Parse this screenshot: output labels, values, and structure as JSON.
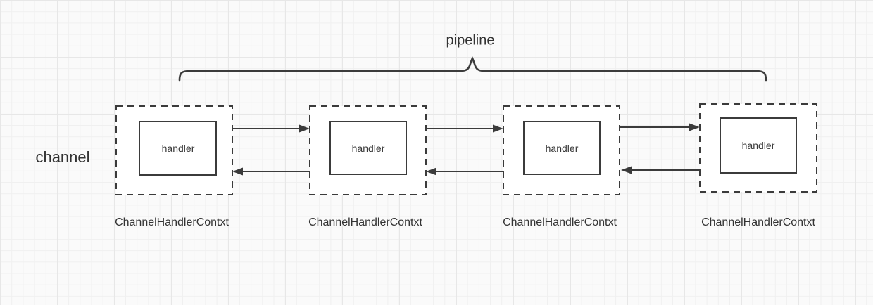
{
  "diagram": {
    "pipeline_label": "pipeline",
    "channel_label": "channel",
    "nodes": [
      {
        "handler_label": "handler",
        "context_label": "ChannelHandlerContxt"
      },
      {
        "handler_label": "handler",
        "context_label": "ChannelHandlerContxt"
      },
      {
        "handler_label": "handler",
        "context_label": "ChannelHandlerContxt"
      },
      {
        "handler_label": "handler",
        "context_label": "ChannelHandlerContxt"
      }
    ],
    "colors": {
      "stroke": "#3b3b3b",
      "text": "#333333",
      "canvas_background": "#fafafa",
      "grid_minor": "#f0f0f0",
      "grid_major": "#e7e7e7",
      "node_fill": "#ffffff"
    }
  }
}
